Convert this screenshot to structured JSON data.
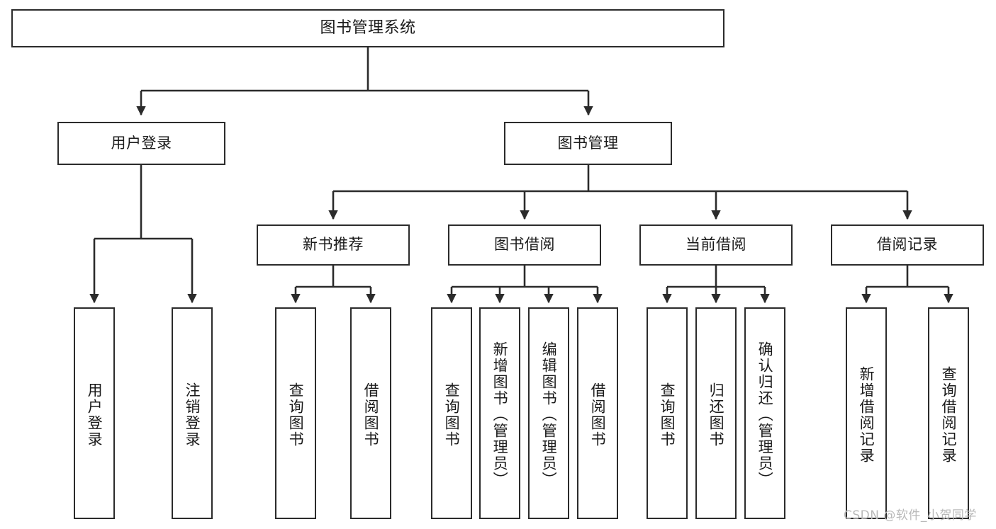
{
  "diagram": {
    "type": "hierarchy-tree",
    "title": "图书管理系统",
    "colors": {
      "stroke": "#2b2b2b",
      "box_fill": "#ffffff",
      "text": "#1a1a1a",
      "background": "#ffffff",
      "watermark": "#b9b9b9"
    },
    "levels": [
      {
        "level": 1,
        "nodes": [
          {
            "id": "root",
            "label": "图书管理系统",
            "orientation": "horizontal"
          }
        ]
      },
      {
        "level": 2,
        "nodes": [
          {
            "id": "user-login",
            "label": "用户登录",
            "orientation": "horizontal",
            "parent": "root"
          },
          {
            "id": "book-manage",
            "label": "图书管理",
            "orientation": "horizontal",
            "parent": "root"
          }
        ]
      },
      {
        "level": 3,
        "nodes": [
          {
            "id": "new-book-rec",
            "label": "新书推荐",
            "orientation": "horizontal",
            "parent": "book-manage"
          },
          {
            "id": "book-borrow",
            "label": "图书借阅",
            "orientation": "horizontal",
            "parent": "book-manage"
          },
          {
            "id": "current-borrow",
            "label": "当前借阅",
            "orientation": "horizontal",
            "parent": "book-manage"
          },
          {
            "id": "borrow-record",
            "label": "借阅记录",
            "orientation": "horizontal",
            "parent": "book-manage"
          }
        ]
      },
      {
        "level": 4,
        "nodes": [
          {
            "id": "leaf-user-login",
            "label": "用户登录",
            "orientation": "vertical",
            "parent": "user-login"
          },
          {
            "id": "leaf-logout-login",
            "label": "注销登录",
            "orientation": "vertical",
            "parent": "user-login"
          },
          {
            "id": "leaf-query-book-1",
            "label": "查询图书",
            "orientation": "vertical",
            "parent": "new-book-rec"
          },
          {
            "id": "leaf-borrow-book-1",
            "label": "借阅图书",
            "orientation": "vertical",
            "parent": "new-book-rec"
          },
          {
            "id": "leaf-query-book-2",
            "label": "查询图书",
            "orientation": "vertical",
            "parent": "book-borrow"
          },
          {
            "id": "leaf-add-book",
            "label": "新增图书（管理员）",
            "orientation": "vertical",
            "parent": "book-borrow"
          },
          {
            "id": "leaf-edit-book",
            "label": "编辑图书（管理员）",
            "orientation": "vertical",
            "parent": "book-borrow"
          },
          {
            "id": "leaf-borrow-book-2",
            "label": "借阅图书",
            "orientation": "vertical",
            "parent": "book-borrow"
          },
          {
            "id": "leaf-query-book-3",
            "label": "查询图书",
            "orientation": "vertical",
            "parent": "current-borrow"
          },
          {
            "id": "leaf-return-book",
            "label": "归还图书",
            "orientation": "vertical",
            "parent": "current-borrow"
          },
          {
            "id": "leaf-confirm-return",
            "label": "确认归还（管理员）",
            "orientation": "vertical",
            "parent": "current-borrow"
          },
          {
            "id": "leaf-add-record",
            "label": "新增借阅记录",
            "orientation": "vertical",
            "parent": "borrow-record"
          },
          {
            "id": "leaf-query-record",
            "label": "查询借阅记录",
            "orientation": "vertical",
            "parent": "borrow-record"
          }
        ]
      }
    ]
  },
  "watermark": {
    "text": "CSDN @软件_小贺同学"
  }
}
